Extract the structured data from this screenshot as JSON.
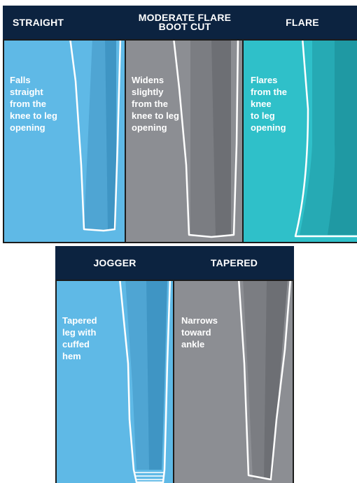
{
  "colors": {
    "navy": "#0c2340",
    "blue": "#5fb9e6",
    "gray": "#8c8e93",
    "teal": "#2fc0c9",
    "border": "#1b1b1b"
  },
  "top_row": [
    {
      "heading": "STRAIGHT",
      "description": "Falls\nstraight\nfrom the\nknee to leg\nopening",
      "color": "blue",
      "icon": "straight-leg-icon"
    },
    {
      "heading": "MODERATE FLARE\nBOOT CUT",
      "description": "Widens\nslightly\nfrom the\nknee to leg\nopening",
      "color": "gray",
      "icon": "bootcut-leg-icon"
    },
    {
      "heading": "FLARE",
      "description": "Flares\nfrom the\nknee\nto leg\nopening",
      "color": "teal",
      "icon": "flare-leg-icon"
    }
  ],
  "bottom_row": [
    {
      "heading": "JOGGER",
      "description": "Tapered\nleg with\ncuffed\nhem",
      "color": "blue",
      "icon": "jogger-leg-icon"
    },
    {
      "heading": "TAPERED",
      "description": "Narrows\ntoward\nankle",
      "color": "gray",
      "icon": "tapered-leg-icon"
    }
  ]
}
